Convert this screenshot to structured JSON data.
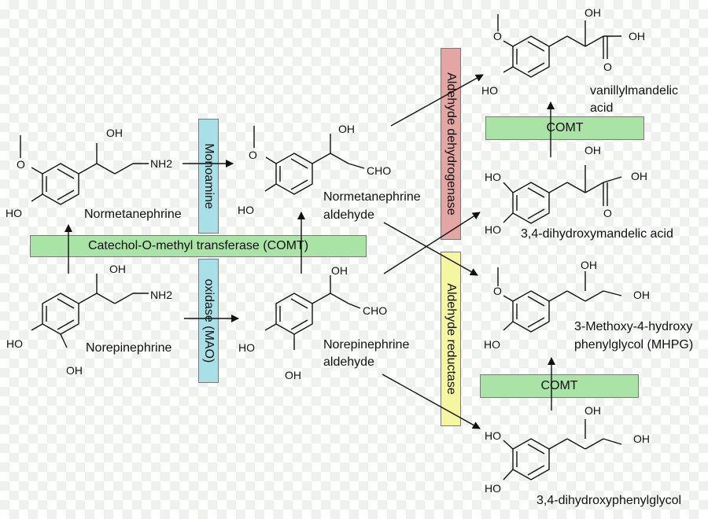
{
  "colors": {
    "comt": "#a9e4a6",
    "mao": "#a9dfe6",
    "aldehyde_dehydrogenase": "#e4a6a2",
    "aldehyde_reductase": "#f5f7a0"
  },
  "enzymes": {
    "comt_main": "Catechol-O-methyl transferase (COMT)",
    "mao_top": "Monoamine",
    "mao_bottom": "oxidase (MAO)",
    "aldehyde_dehydrogenase": "Aldehyde dehydrogenase",
    "aldehyde_reductase": "Aldehyde reductase",
    "comt_upper": "COMT",
    "comt_lower": "COMT"
  },
  "compounds": {
    "normetanephrine": "Normetanephrine",
    "norepinephrine": "Norepinephrine",
    "normetanephrine_aldehyde": [
      "Normetanephrine",
      "aldehyde"
    ],
    "norepinephrine_aldehyde": [
      "Norepinephrine",
      "aldehyde"
    ],
    "vma": [
      "vanillylmandelic",
      "acid"
    ],
    "dhma": "3,4-dihydroxymandelic acid",
    "mhpg": [
      "3-Methoxy-4-hydroxy",
      "phenylglycol (MHPG)"
    ],
    "dhpg": "3,4-dihydroxyphenylglycol"
  },
  "atoms": {
    "oh": "OH",
    "ho": "HO",
    "nh2": "NH2",
    "cho": "CHO",
    "o": "O"
  }
}
